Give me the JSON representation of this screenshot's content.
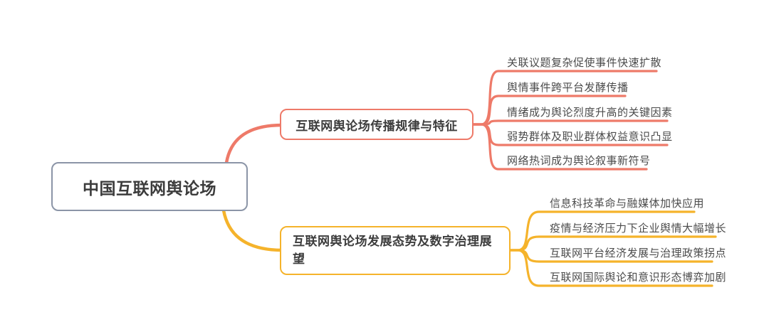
{
  "root": {
    "label": "中国互联网舆论场"
  },
  "branches": [
    {
      "label": "互联网舆论场传播规律与特征",
      "color": "#ee7a69",
      "children": [
        "关联议题复杂促使事件快速扩散",
        "舆情事件跨平台发酵传播",
        "情绪成为舆论烈度升高的关键因素",
        "弱势群体及职业群体权益意识凸显",
        "网络热词成为舆论叙事新符号"
      ]
    },
    {
      "label": "互联网舆论场发展态势及数字治理展望",
      "color": "#f5b32b",
      "children": [
        "信息科技革命与融媒体加快应用",
        "疫情与经济压力下企业舆情大幅增长",
        "互联网平台经济发展与治理政策拐点",
        "互联网国际舆论和意识形态博弈加剧"
      ]
    }
  ],
  "colors": {
    "branch1": "#ee7a69",
    "branch2": "#f5b32b",
    "root_border": "#8b95a7",
    "text": "#3c3c3c",
    "leaf_text": "#4b4b4b",
    "background": "#ffffff"
  }
}
